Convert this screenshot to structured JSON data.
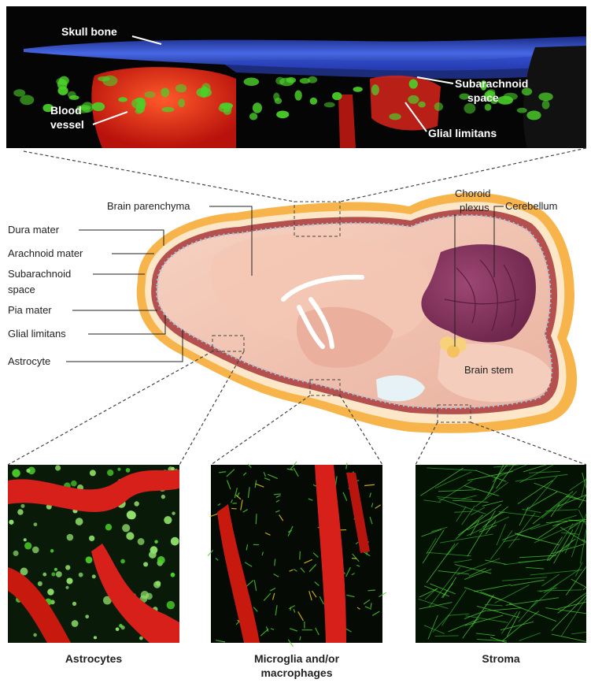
{
  "micrograph_top": {
    "labels": {
      "skull_bone": "Skull bone",
      "blood_vessel_line1": "Blood",
      "blood_vessel_line2": "vessel",
      "subarachnoid_line1": "Subarachnoid",
      "subarachnoid_line2": "space",
      "glial_limitans": "Glial limitans"
    }
  },
  "brain_diagram": {
    "left_labels": {
      "dura_mater": "Dura mater",
      "arachnoid_mater": "Arachnoid mater",
      "subarachnoid_line1": "Subarachnoid",
      "subarachnoid_line2": "space",
      "pia_mater": "Pia mater",
      "glial_limitans": "Glial limitans",
      "astrocyte": "Astrocyte"
    },
    "brain_parenchyma": "Brain parenchyma",
    "choroid_line1": "Choroid",
    "choroid_line2": "plexus",
    "cerebellum": "Cerebellum",
    "brain_stem": "Brain stem"
  },
  "panels": {
    "astrocytes": "Astrocytes",
    "microglia_line1": "Microglia and/or",
    "microglia_line2": "macrophages",
    "stroma": "Stroma"
  },
  "colors": {
    "dura": "#f6b44a",
    "pia": "#b4504e",
    "brain": "#f2c3b0",
    "cerebellum": "#8e3a64",
    "glia_dots": "#a9c4dc",
    "skull_blue": "#3f5fe0",
    "vessel_red": "#e8231a",
    "glia_green": "#4bd12a"
  }
}
